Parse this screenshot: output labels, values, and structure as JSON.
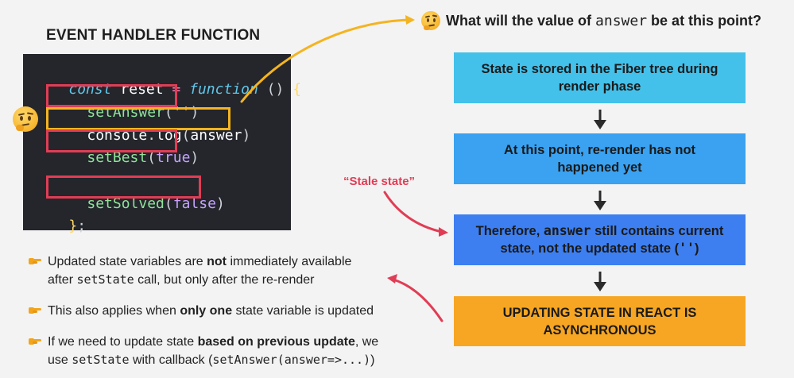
{
  "section_title": "EVENT HANDLER FUNCTION",
  "code": {
    "l1": {
      "kw": "const",
      "name": "reset",
      "eq": "=",
      "fn": "function",
      "parens": "()",
      "brace": "{"
    },
    "l2": {
      "call": "setAnswer",
      "open": "(",
      "arg": "''",
      "close": ")"
    },
    "l3": {
      "obj": "console",
      "dot": ".",
      "call": "log",
      "open": "(",
      "arg": "answer",
      "close": ")"
    },
    "l4": {
      "call": "setBest",
      "open": "(",
      "arg": "true",
      "close": ")"
    },
    "l5": {
      "call": "setSolved",
      "open": "(",
      "arg": "false",
      "close": ")"
    },
    "l6": {
      "brace": "}",
      "semi": ";"
    }
  },
  "question": {
    "before": "What will the value of ",
    "code": "answer",
    "after": " be at this point?"
  },
  "flow": {
    "box1": "State is stored in the Fiber tree during render phase",
    "box2": {
      "a": "At this point, re-render has ",
      "b": "not",
      "c": " happened yet"
    },
    "box3": {
      "a": "Therefore, ",
      "b": "answer",
      "c": " still contains current state, not the updated state (",
      "d": "''",
      "e": ")"
    },
    "box4": "UPDATING STATE IN REACT IS ASYNCHRONOUS"
  },
  "stale_label": "“Stale state”",
  "bullets": {
    "b1": {
      "a": "Updated state variables are ",
      "b": "not",
      "c": " immediately available",
      "d": "after ",
      "e": "setState",
      "f": " call, but only after the re-render"
    },
    "b2": {
      "a": "This also applies when ",
      "b": "only one",
      "c": " state variable is updated"
    },
    "b3": {
      "a": "If we need to update state ",
      "b": "based on previous update",
      "c": ", we",
      "d": "use ",
      "e": "setState",
      "f": " with callback (",
      "g": "setAnswer(answer=>...)",
      "h": ")"
    }
  },
  "colors": {
    "highlight_red": "#e03d55",
    "highlight_yellow": "#f4b420",
    "box1": "#43c1ea",
    "box2": "#3aa2f0",
    "box3": "#3d7ff0",
    "box4": "#f7a623"
  },
  "icons": [
    "thinking-face-icon",
    "pointing-hand-icon",
    "down-arrow-icon",
    "curved-arrow-icon"
  ]
}
